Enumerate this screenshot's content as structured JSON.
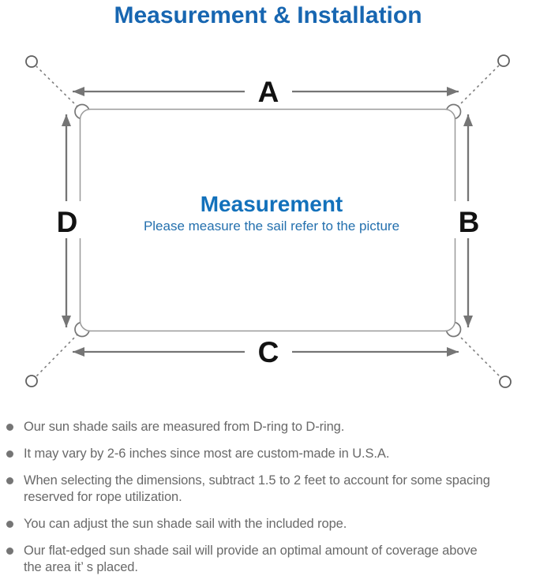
{
  "title": "Measurement & Installation",
  "diagram": {
    "center_heading": "Measurement",
    "center_subtitle": "Please measure the sail refer to the picture",
    "labels": {
      "top": "A",
      "right": "B",
      "bottom": "C",
      "left": "D"
    },
    "colors": {
      "title_blue": "#1766b1",
      "center_blue": "#1371bb",
      "subtitle_blue": "#2470ae",
      "line_gray": "#7a7a7a",
      "label_black": "#121212",
      "note_gray": "#696969"
    }
  },
  "notes": {
    "items": [
      {
        "lines": [
          "Our sun shade sails are measured from D-ring to D-ring."
        ]
      },
      {
        "lines": [
          "It may vary by 2-6 inches since most are custom-made in U.S.A."
        ]
      },
      {
        "lines": [
          "When selecting the dimensions, subtract 1.5 to 2 feet to account for some spacing",
          "reserved for rope utilization."
        ]
      },
      {
        "lines": [
          "You can adjust the sun shade sail with the included rope."
        ]
      },
      {
        "lines": [
          "Our flat-edged sun shade sail will provide an optimal amount of coverage above",
          "the area it’ s placed."
        ]
      }
    ]
  }
}
